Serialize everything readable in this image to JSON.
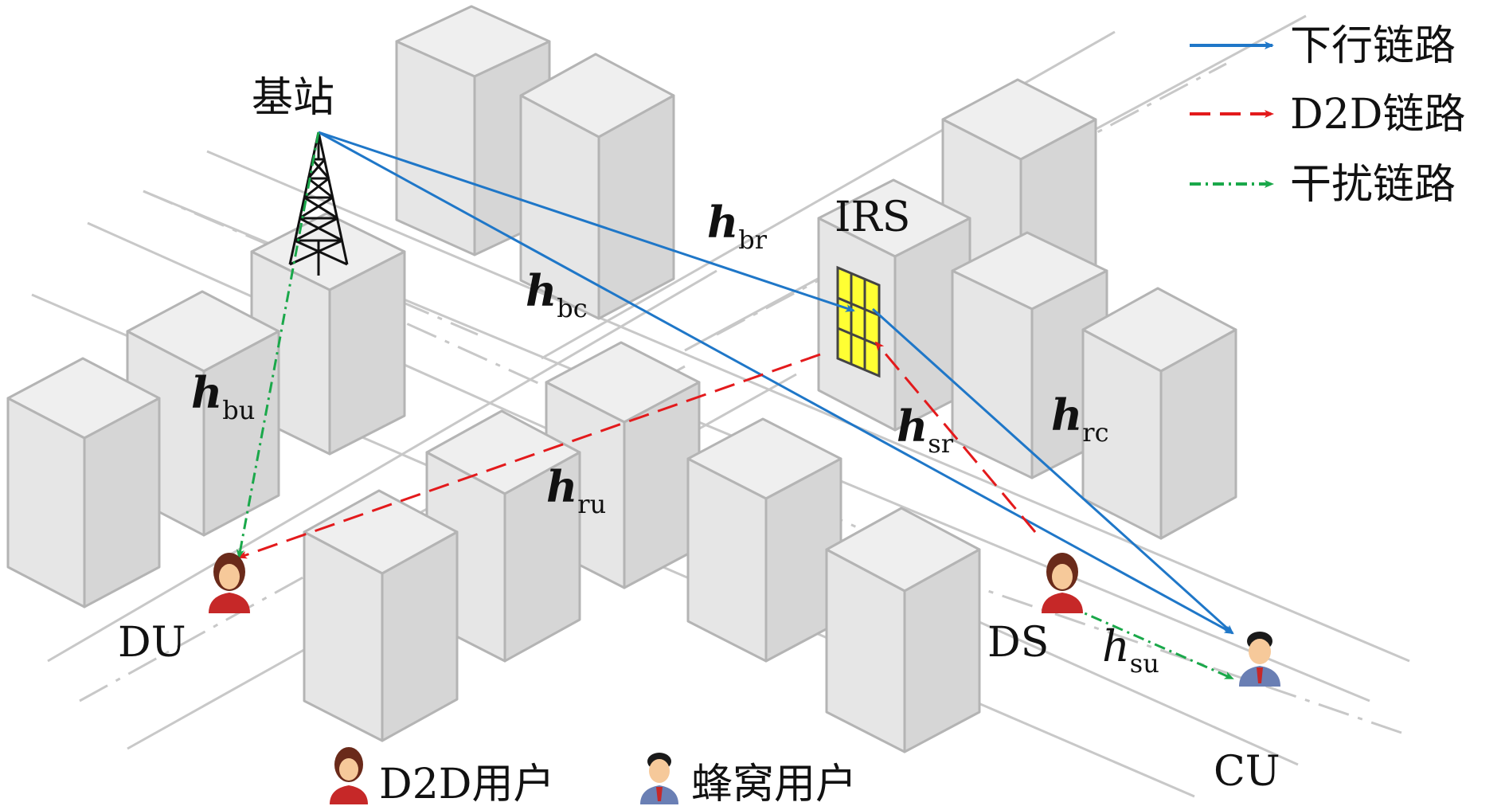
{
  "labels": {
    "base_station": "基站",
    "irs": "IRS",
    "du": "DU",
    "ds": "DS",
    "cu": "CU"
  },
  "legend": [
    {
      "text": "下行链路",
      "color": "#1f77c8",
      "style": "solid"
    },
    {
      "text": "D2D链路",
      "color": "#e31a1c",
      "style": "dashed"
    },
    {
      "text": "干扰链路",
      "color": "#1aa84a",
      "style": "dash-dot"
    }
  ],
  "bottom_legend": {
    "d2d_user": "D2D用户",
    "cellular_user": "蜂窝用户"
  },
  "channels": {
    "br": {
      "base": "h",
      "sub": "br"
    },
    "bc": {
      "base": "h",
      "sub": "bc"
    },
    "bu": {
      "base": "h",
      "sub": "bu"
    },
    "ru": {
      "base": "h",
      "sub": "ru"
    },
    "sr": {
      "base": "h",
      "sub": "sr"
    },
    "rc": {
      "base": "h",
      "sub": "rc"
    },
    "su": {
      "base": "h",
      "sub": "su"
    }
  },
  "colors": {
    "downlink": "#1f77c8",
    "d2d": "#e31a1c",
    "interference": "#1aa84a",
    "building_face": "#e6e6e6",
    "building_side": "#d4d4d4",
    "building_edge": "#b4b4b4",
    "irs_panel": "#ffff33"
  }
}
